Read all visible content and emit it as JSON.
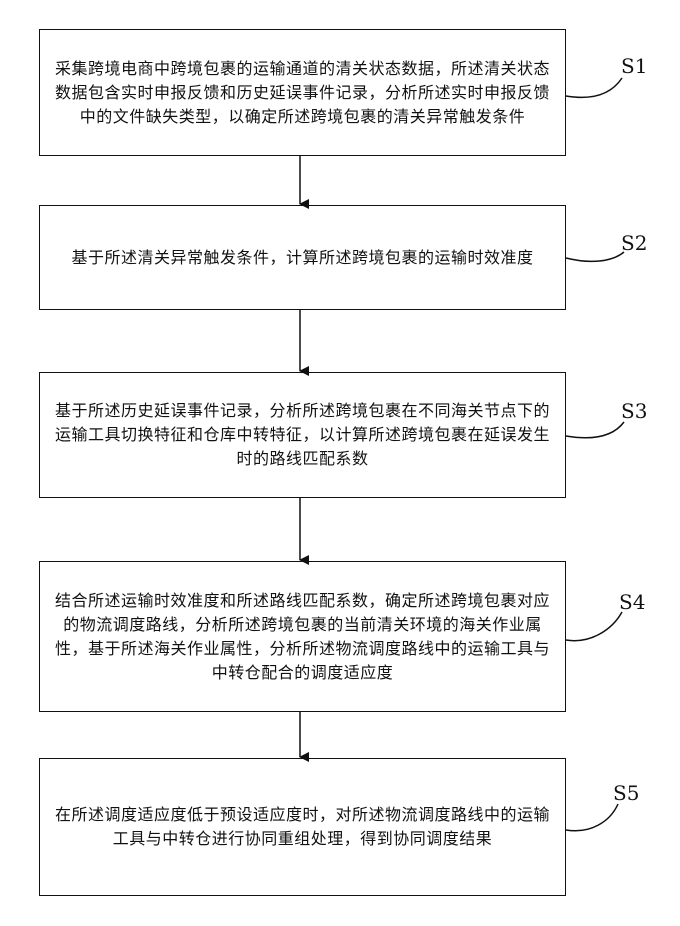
{
  "steps": [
    {
      "id": "S1",
      "label": "S1",
      "text": "采集跨境电商中跨境包裹的运输通道的清关状态数据，所述清关状态数据包含实时申报反馈和历史延误事件记录，分析所述实时申报反馈中的文件缺失类型，以确定所述跨境包裹的清关异常触发条件"
    },
    {
      "id": "S2",
      "label": "S2",
      "text": "基于所述清关异常触发条件，计算所述跨境包裹的运输时效准度"
    },
    {
      "id": "S3",
      "label": "S3",
      "text": "基于所述历史延误事件记录，分析所述跨境包裹在不同海关节点下的运输工具切换特征和仓库中转特征，以计算所述跨境包裹在延误发生时的路线匹配系数"
    },
    {
      "id": "S4",
      "label": "S4",
      "text": "结合所述运输时效准度和所述路线匹配系数，确定所述跨境包裹对应的物流调度路线，分析所述跨境包裹的当前清关环境的海关作业属性，基于所述海关作业属性，分析所述物流调度路线中的运输工具与中转仓配合的调度适应度"
    },
    {
      "id": "S5",
      "label": "S5",
      "text": "在所述调度适应度低于预设适应度时，对所述物流调度路线中的运输工具与中转仓进行协同重组处理，得到协同调度结果"
    }
  ]
}
